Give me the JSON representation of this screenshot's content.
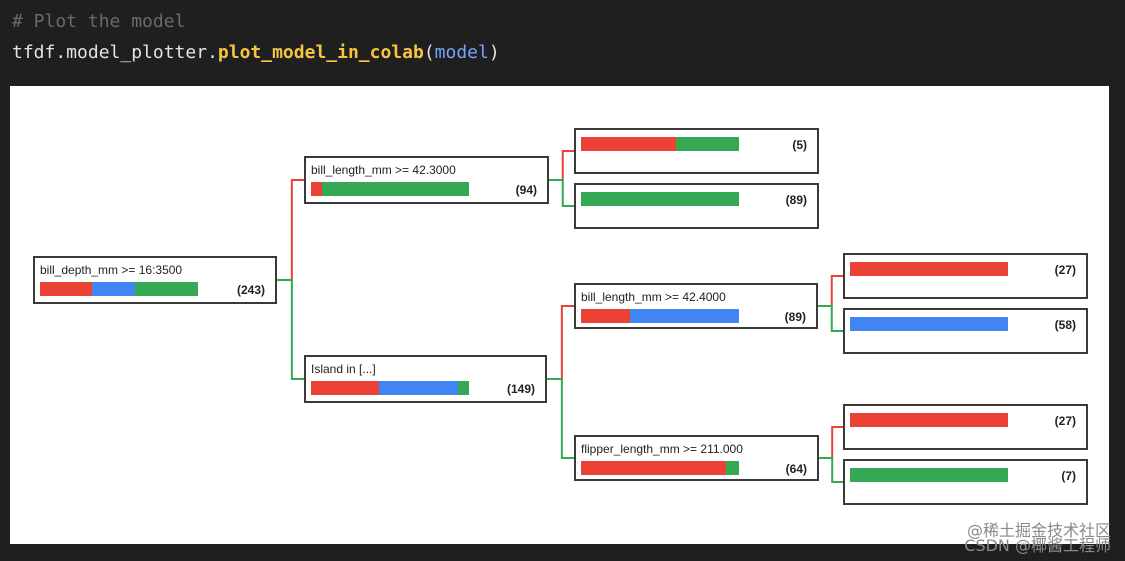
{
  "code": {
    "comment": "# Plot the model",
    "line_obj": "tfdf.model_plotter.",
    "line_fn": "plot_model_in_colab",
    "line_open": "(",
    "line_arg": "model",
    "line_close": ")"
  },
  "colors": {
    "red": "#ea4335",
    "blue": "#4285f4",
    "green": "#34a853",
    "edge_true": "#34a853",
    "edge_false": "#ea4335"
  },
  "tree": {
    "root": {
      "label": "bill_depth_mm >= 16:3500",
      "count": "(243)",
      "dist": [
        0.33,
        0.27,
        0.4
      ]
    },
    "n1": {
      "label": "bill_length_mm >= 42.3000",
      "count": "(94)",
      "dist": [
        0.07,
        0.0,
        0.93
      ]
    },
    "n1a": {
      "label": "",
      "count": "(5)",
      "dist": [
        0.6,
        0.0,
        0.4
      ]
    },
    "n1b": {
      "label": "",
      "count": "(89)",
      "dist": [
        0.0,
        0.0,
        1.0
      ]
    },
    "n2": {
      "label": "Island in [...]",
      "count": "(149)",
      "dist": [
        0.43,
        0.5,
        0.07
      ]
    },
    "n2a": {
      "label": "bill_length_mm >= 42.4000",
      "count": "(89)",
      "dist": [
        0.31,
        0.69,
        0.0
      ]
    },
    "n2a1": {
      "label": "",
      "count": "(27)",
      "dist": [
        1.0,
        0.0,
        0.0
      ]
    },
    "n2a2": {
      "label": "",
      "count": "(58)",
      "dist": [
        0.0,
        1.0,
        0.0
      ]
    },
    "n2b": {
      "label": "flipper_length_mm >= 211.000",
      "count": "(64)",
      "dist": [
        0.92,
        0.0,
        0.08
      ]
    },
    "n2b1": {
      "label": "",
      "count": "(27)",
      "dist": [
        1.0,
        0.0,
        0.0
      ]
    },
    "n2b2": {
      "label": "",
      "count": "(7)",
      "dist": [
        0.0,
        0.0,
        1.0
      ]
    }
  },
  "watermark": {
    "line1": "@稀土掘金技术社区",
    "line2": "CSDN @椰酱工程师"
  }
}
